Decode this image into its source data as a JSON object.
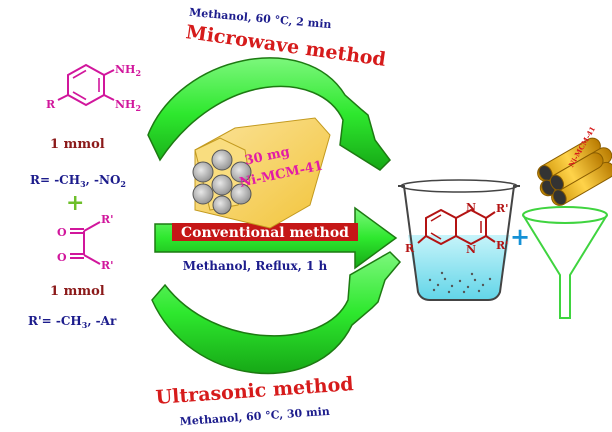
{
  "reactant1": {
    "nh2_top": "NH",
    "nh2_top_sub": "2",
    "nh2_bottom": "NH",
    "nh2_bottom_sub": "2",
    "r": "R",
    "amount": "1 mmol",
    "r_def_prefix": "R= -CH",
    "r_def_sub1": "3",
    "r_def_mid": ", -NO",
    "r_def_sub2": "2"
  },
  "plus_symbol": "+",
  "reactant2": {
    "o_top": "O",
    "o_bottom": "O",
    "r_top": "R'",
    "r_bottom": "R'",
    "amount": "1 mmol",
    "r_def_prefix": "R'= -CH",
    "r_def_sub": "3",
    "r_def_suffix": ", -Ar"
  },
  "microwave": {
    "conditions": "Methanol, 60 °C, 2 min",
    "method": "Microwave method"
  },
  "conventional": {
    "method": "Conventional method",
    "conditions": "Methanol, Reflux, 1 h"
  },
  "ultrasonic": {
    "method": "Ultrasonic method",
    "conditions": "Methanol, 60 °C, 30 min"
  },
  "catalyst": {
    "amount": "30 mg",
    "name": "Ni-MCM-41"
  },
  "product": {
    "n_top": "N",
    "n_bottom": "N",
    "r_right_top": "R'",
    "r_right_bottom": "R'",
    "r_left": "R"
  },
  "recovered_catalyst": {
    "label": "Ni-MCM-41"
  },
  "plus_product": "+",
  "colors": {
    "arrow_green": "#2ee82e",
    "arrow_outline": "#1d7a12",
    "hexagon_yellow": "#f7d35e",
    "cond_red": "#c51717",
    "funnel": "#3fd43f",
    "beaker_liquid": "#8fe6f2"
  }
}
